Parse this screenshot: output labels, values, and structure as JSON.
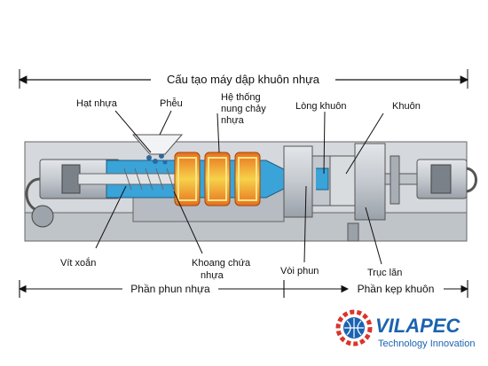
{
  "title": "Cấu tạo máy dập khuôn nhựa",
  "labels": {
    "hat_nhua": "Hạt nhựa",
    "pheu": "Phễu",
    "he_thong_1": "Hệ thống",
    "he_thong_2": "nung chảy",
    "he_thong_3": "nhựa",
    "long_khuon": "Lòng khuôn",
    "khuon": "Khuôn",
    "vit_xoan": "Vít xoắn",
    "khoang_1": "Khoang chứa",
    "khoang_2": "nhựa",
    "voi_phun": "Vòi phun",
    "truc_lan": "Trục lăn"
  },
  "sections": {
    "phun": "Phần phun nhựa",
    "kep": "Phần kẹp khuôn"
  },
  "logo": {
    "brand": "VILAPEC",
    "tagline": "Technology Innovation"
  },
  "colors": {
    "barrel": "#3aa3d8",
    "heater_outer": "#e8701f",
    "heater_inner": "#f6d24a",
    "frame": "#c9cdd2",
    "brand": "#1b63b0",
    "brand_red": "#d9342b"
  }
}
